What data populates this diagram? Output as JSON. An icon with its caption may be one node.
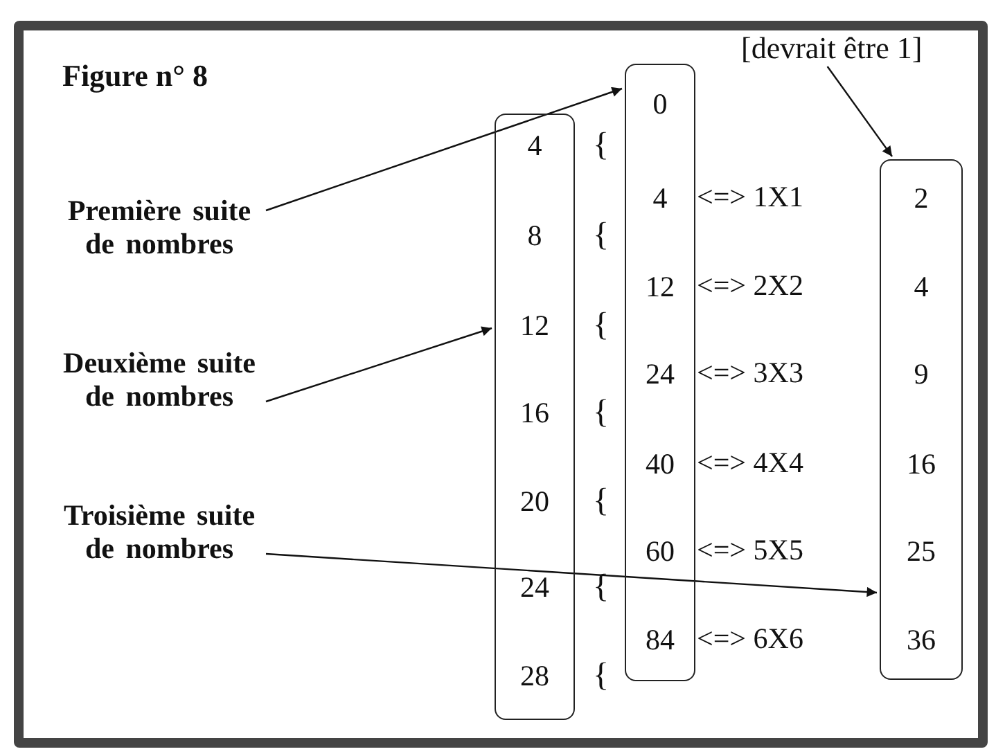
{
  "diagram": {
    "title": "Figure n° 8",
    "nodes": [
      {
        "text": [
          "Première suite de nombres"
        ]
      },
      {
        "text": [
          "Deuxième suite de nombres"
        ]
      },
      {
        "text": [
          "Troisième suite de nombres"
        ]
      },
      {
        "text": [
          "[devrait être 1]"
        ]
      },
      {
        "text": [
          "4",
          "8",
          "12",
          "16",
          "20",
          "24",
          "28"
        ]
      },
      {
        "text": [
          "0",
          "4",
          "12",
          "24",
          "40",
          "60",
          "84"
        ]
      },
      {
        "text": [
          "2",
          "4",
          "9",
          "16",
          "25",
          "36"
        ]
      }
    ],
    "edges": [
      {
        "from": 0,
        "to": 5,
        "arrow": "to"
      },
      {
        "from": 1,
        "to": 4,
        "arrow": "to"
      },
      {
        "from": 2,
        "to": 6,
        "arrow": "to"
      },
      {
        "from": 3,
        "to": 6,
        "arrow": "to"
      }
    ],
    "labels": [
      "{",
      "{",
      "{",
      "{",
      "{",
      "{",
      "{",
      "<=> 1X1",
      "<=> 2X2",
      "<=> 3X3",
      "<=> 4X4",
      "<=> 5X5",
      "<=> 6X6"
    ]
  }
}
